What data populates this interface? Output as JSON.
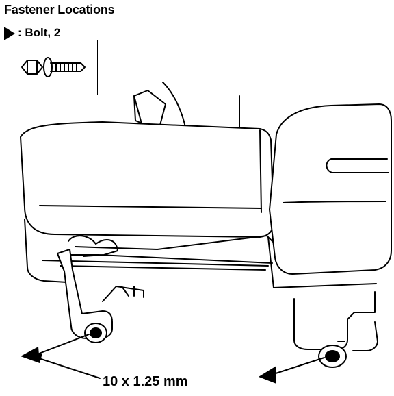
{
  "diagram": {
    "title": "Fastener Locations",
    "legend": {
      "symbol": "callout-triangle",
      "label": ": Bolt, 2"
    },
    "dimension_label": "10 x 1.25 mm"
  }
}
